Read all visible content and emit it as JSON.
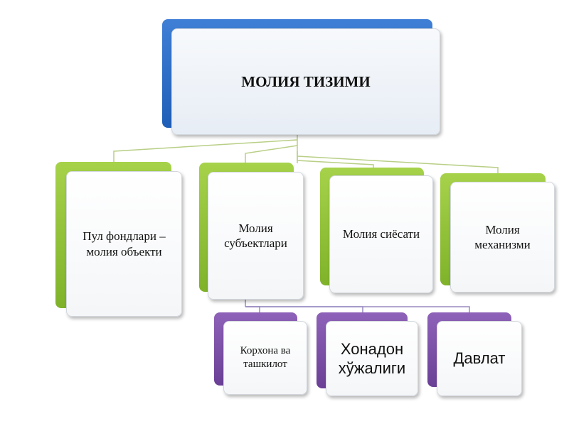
{
  "root": {
    "label": "МОЛИЯ ТИЗИМИ",
    "color": "#2a6cc7"
  },
  "level1": [
    {
      "label": "Пул фондлари – молия объекти"
    },
    {
      "label": "Молия субъектлари"
    },
    {
      "label": "Молия сиёсати"
    },
    {
      "label": "Молия механизми"
    }
  ],
  "level2": [
    {
      "label": "Корхона ва ташкилот"
    },
    {
      "label": "Хонадон хўжалиги"
    },
    {
      "label": "Давлат"
    }
  ],
  "colors": {
    "level1_accent": "#8cc63f",
    "level2_accent": "#7a4ea8",
    "connector": "#b5cf79"
  }
}
